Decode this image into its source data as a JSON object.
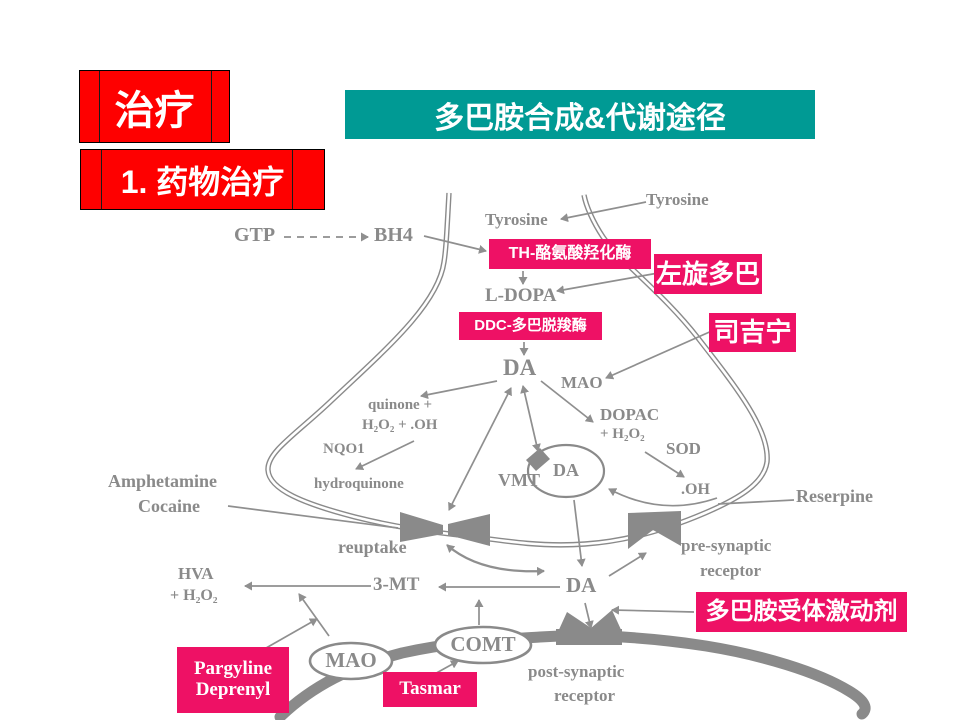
{
  "header": {
    "treatment_badge": "治疗",
    "drug_badge": "1. 药物治疗",
    "title": "多巴胺合成&代谢途径"
  },
  "colors": {
    "badge_red": "#fe0000",
    "title_teal": "#009a94",
    "highlight_pink": "#ee1165",
    "diagram_gray": "#8a8a8a"
  },
  "labels": {
    "tyrosine_outer": "Tyrosine",
    "tyrosine_inner": "Tyrosine",
    "gtp": "GTP",
    "bh4": "BH4",
    "l_dopa": "L-DOPA",
    "da_main": "DA",
    "mao_inner": "MAO",
    "quinone_line1": "quinone +",
    "quinone_line2": "H₂O₂ + .OH",
    "nqo1": "NQO1",
    "hydroquinone": "hydroquinone",
    "dopac_line1": "DOPAC",
    "dopac_line2": "+ H₂O₂",
    "sod": "SOD",
    "oh_radical": ".OH",
    "vmt": "VMT",
    "da_vesicle": "DA",
    "amphetamine": "Amphetamine",
    "cocaine": "Cocaine",
    "reserpine": "Reserpine",
    "reuptake": "reuptake",
    "presynaptic_line1": "pre-synaptic",
    "presynaptic_line2": "receptor",
    "hva_line1": "HVA",
    "hva_line2": "+ H₂O₂",
    "three_mt": "3-MT",
    "da_cleft": "DA",
    "postsynaptic_line1": "post-synaptic",
    "postsynaptic_line2": "receptor",
    "mao_ellipse": "MAO",
    "comt_ellipse": "COMT"
  },
  "boxes": {
    "th_enzyme": "TH-酪氨酸羟化酶",
    "levodopa": "左旋多巴",
    "ddc_enzyme": "DDC-多巴脱羧酶",
    "selegiline": "司吉宁",
    "da_agonist": "多巴胺受体激动剂",
    "pargyline_line1": "Pargyline",
    "pargyline_line2": "Deprenyl",
    "tasmar": "Tasmar"
  }
}
